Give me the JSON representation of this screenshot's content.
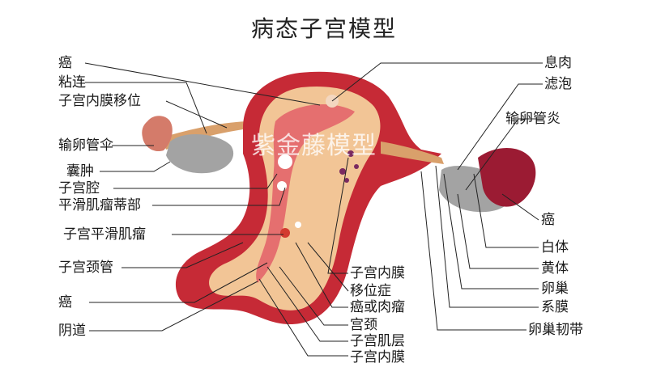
{
  "title": "病态子宫模型",
  "watermark": "紫金藤模型",
  "colors": {
    "muscle": "#c62a36",
    "tissue": "#f2c596",
    "tissue_dark": "#d9a06b",
    "lining": "#e56f6f",
    "ovary": "#9b1b33",
    "cyst": "#a3a3a3",
    "line": "#222222"
  },
  "labels_left": [
    "癌",
    "粘连",
    "子宫内膜移位",
    "输卵管伞",
    "囊肿",
    "子宫腔",
    "平滑肌瘤蒂部",
    "子宫平滑肌瘤",
    "子宫颈管",
    "癌",
    "阴道"
  ],
  "labels_right": [
    "息肉",
    "滤泡",
    "输卵管炎",
    "癌",
    "白体",
    "黄体",
    "卵巢",
    "系膜",
    "卵巢韧带"
  ],
  "labels_bottom": [
    "子宫内膜",
    "移位症",
    "癌或肉瘤",
    "宫颈",
    "子宫肌层",
    "子宫内膜"
  ]
}
